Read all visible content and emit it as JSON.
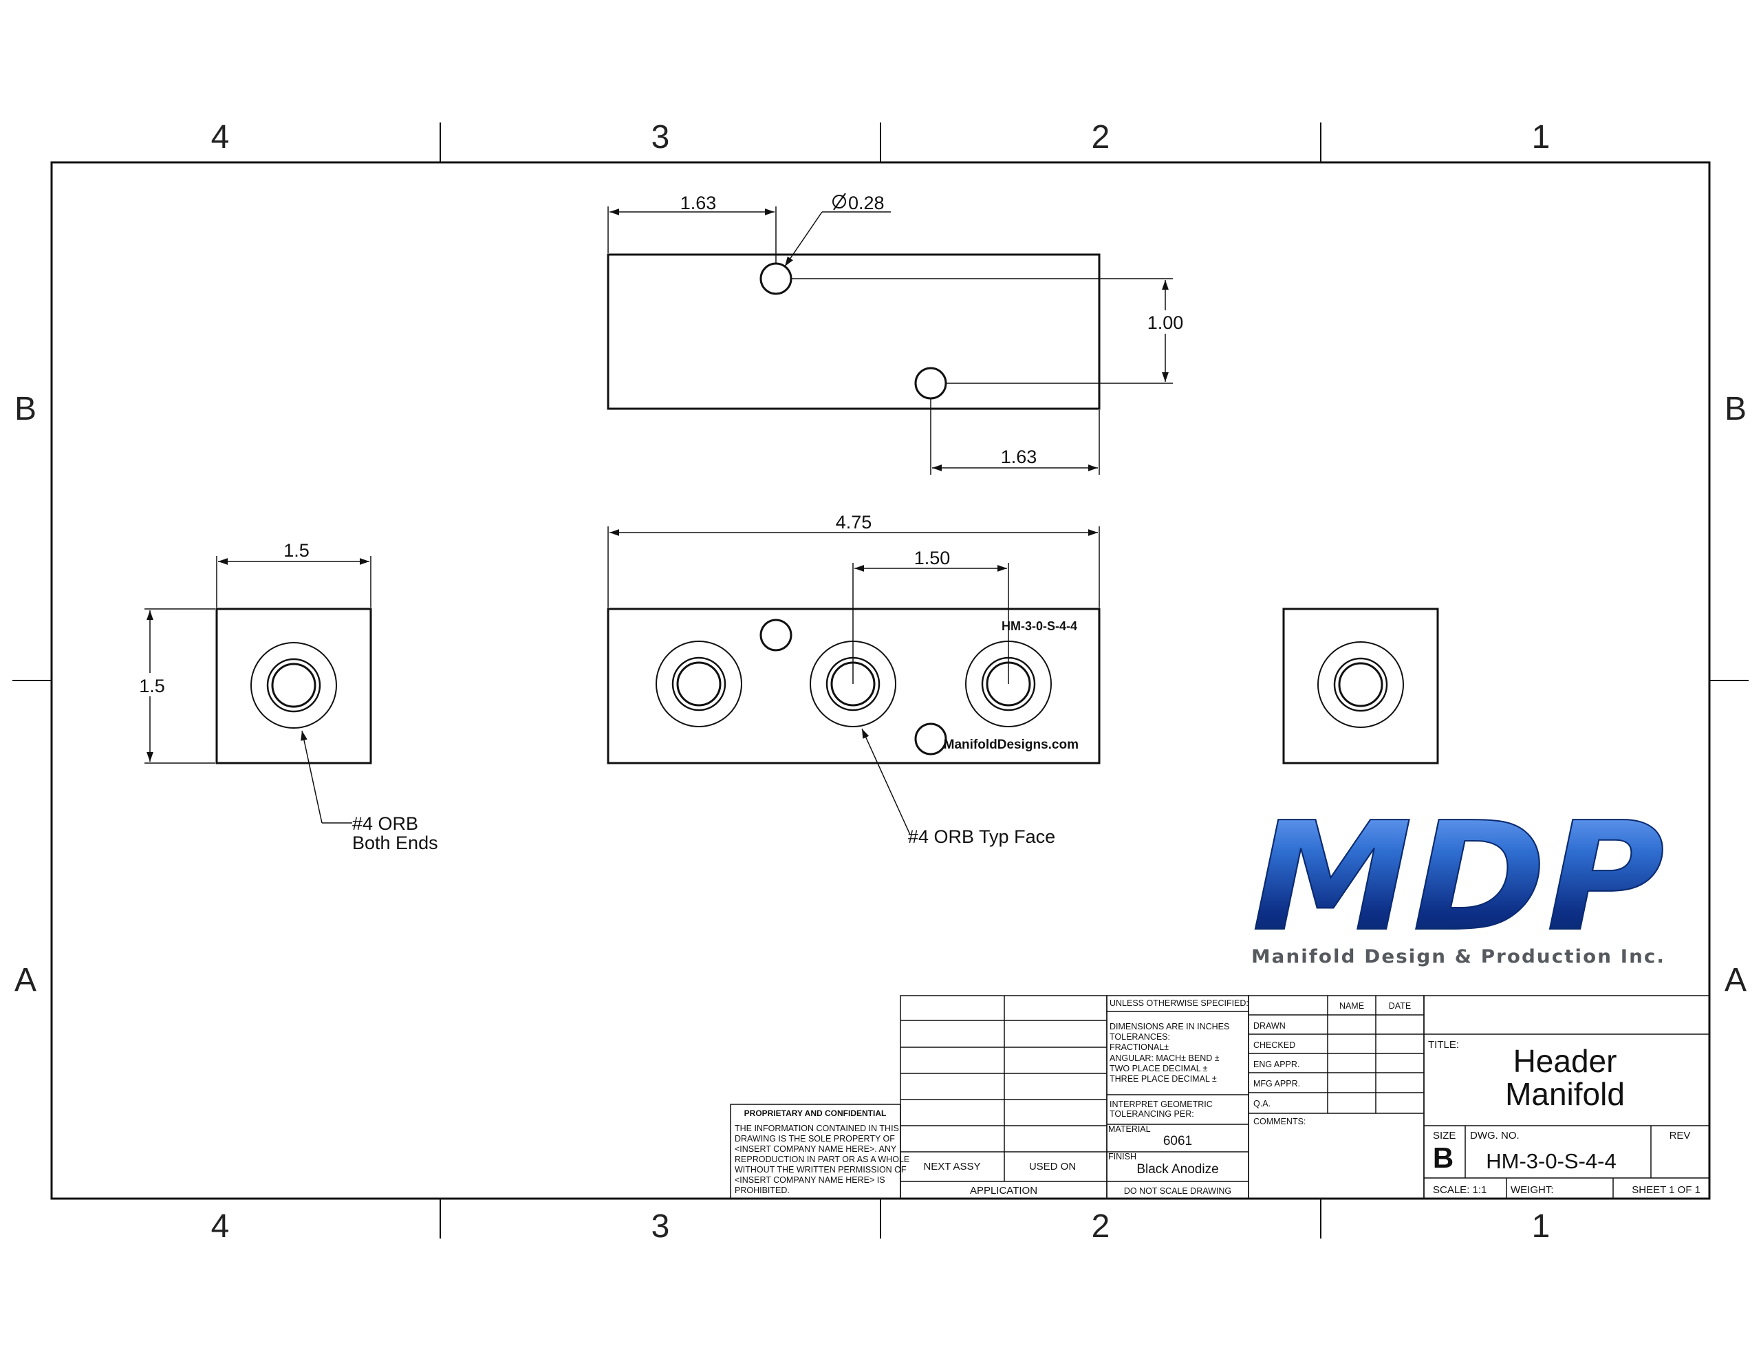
{
  "border": {
    "columns": [
      "4",
      "3",
      "2",
      "1"
    ],
    "rows": [
      "B",
      "A"
    ]
  },
  "top_view": {
    "dim_left": "1.63",
    "dim_hole_dia": "0.28",
    "dim_vertical": "1.00",
    "dim_right": "1.63"
  },
  "front_view": {
    "dim_length": "4.75",
    "dim_port_spacing": "1.50",
    "part_marking": "HM-3-0-S-4-4",
    "website_marking": "ManifoldDesigns.com",
    "callout": "#4 ORB Typ Face"
  },
  "end_view": {
    "dim_width": "1.5",
    "dim_height": "1.5",
    "callout_line1": "#4 ORB",
    "callout_line2": "Both Ends"
  },
  "logo": {
    "letters": "MDP",
    "company": "Manifold Design & Production Inc.",
    "colors": [
      "#0d2f86",
      "#2f6ed1",
      "#7fb0ff",
      "#06205e"
    ]
  },
  "title_block": {
    "proprietary_heading": "PROPRIETARY AND CONFIDENTIAL",
    "proprietary_text": [
      "THE INFORMATION CONTAINED IN THIS",
      "DRAWING IS THE SOLE PROPERTY OF",
      "<INSERT COMPANY NAME HERE>.  ANY",
      "REPRODUCTION IN PART OR AS A WHOLE",
      "WITHOUT THE WRITTEN PERMISSION OF",
      "<INSERT COMPANY NAME HERE> IS",
      "PROHIBITED."
    ],
    "next_assy": "NEXT ASSY",
    "used_on": "USED ON",
    "application": "APPLICATION",
    "unless": "UNLESS OTHERWISE SPECIFIED:",
    "tolerance_lines": [
      "DIMENSIONS ARE IN INCHES",
      "TOLERANCES:",
      "FRACTIONAL±",
      "ANGULAR: MACH±    BEND ±",
      "TWO PLACE DECIMAL    ±",
      "THREE PLACE DECIMAL  ±"
    ],
    "interpret_lines": [
      "INTERPRET GEOMETRIC",
      "TOLERANCING PER:"
    ],
    "material_label": "MATERIAL",
    "material_value": "6061",
    "finish_label": "FINISH",
    "finish_value": "Black Anodize",
    "do_not_scale": "DO NOT SCALE DRAWING",
    "name_header": "NAME",
    "date_header": "DATE",
    "approval_rows": [
      "DRAWN",
      "CHECKED",
      "ENG APPR.",
      "MFG APPR.",
      "Q.A."
    ],
    "comments": "COMMENTS:",
    "title_label": "TITLE:",
    "title_line1": "Header",
    "title_line2": "Manifold",
    "size_label": "SIZE",
    "size_value": "B",
    "dwg_no_label": "DWG.  NO.",
    "dwg_no_value": "HM-3-0-S-4-4",
    "rev_label": "REV",
    "scale": "SCALE: 1:1",
    "weight": "WEIGHT:",
    "sheet": "SHEET 1 OF 1"
  }
}
